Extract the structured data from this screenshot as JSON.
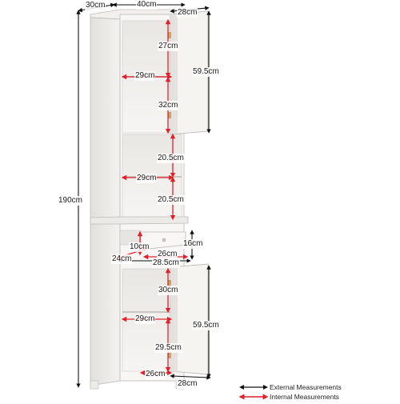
{
  "external": {
    "depth": "30cm",
    "width": "40cm",
    "height": "190cm",
    "upper_door_width": "28cm",
    "upper_door_height": "59.5cm",
    "drawer_height": "16cm",
    "base_width": "28.5cm",
    "lower_door_height": "59.5cm",
    "lower_door_width": "28cm"
  },
  "internal": {
    "upper_top_height": "27cm",
    "upper_width": "29cm",
    "upper_bottom_height": "32cm",
    "open_upper_height": "20.5cm",
    "open_width": "29cm",
    "open_lower_height": "20.5cm",
    "drawer_inner_height": "10cm",
    "drawer_inner_width": "26cm",
    "drawer_inner_depth": "24cm",
    "lower_top_height": "30cm",
    "lower_width": "29cm",
    "lower_bottom_height": "29.5cm",
    "lower_bottom_width": "26cm"
  },
  "legend": {
    "external_label": "External Measurements",
    "internal_label": "Internal Measurements"
  },
  "colors": {
    "external_arrow": "#111111",
    "internal_arrow": "#e0202a",
    "cabinet_white": "#f4f3f1",
    "cabinet_shadow": "#d9d7d3",
    "cabinet_edge": "#b9b6b1"
  }
}
